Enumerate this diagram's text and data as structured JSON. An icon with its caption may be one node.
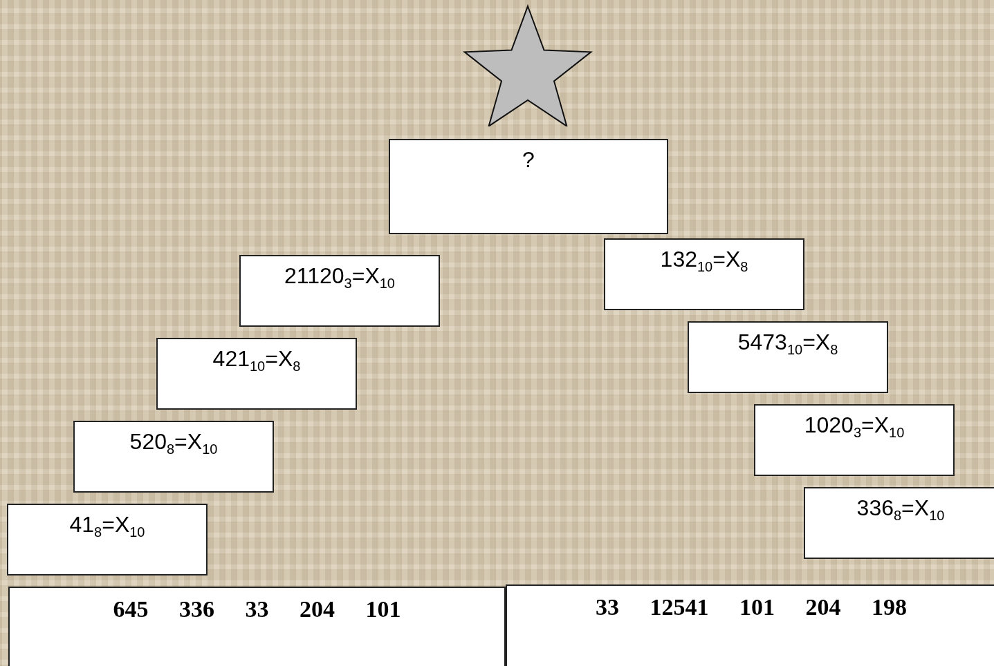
{
  "diagram": {
    "nodes": [
      {
        "text": [],
        "shape": "star"
      },
      {
        "text": [
          "?"
        ]
      },
      {
        "text": [
          "21120$_{3}$=X$_{10}$"
        ]
      },
      {
        "text": [
          "132$_{10}$=X$_{8}$"
        ]
      },
      {
        "text": [
          "421$_{10}$=X$_{8}$"
        ]
      },
      {
        "text": [
          "5473$_{10}$=X$_{8}$"
        ]
      },
      {
        "text": [
          "520$_{8}$=X$_{10}$"
        ]
      },
      {
        "text": [
          "1020$_{3}$=X$_{10}$"
        ]
      },
      {
        "text": [
          "41$_{8}$=X$_{10}$"
        ]
      },
      {
        "text": [
          "336$_{8}$=X$_{10}$"
        ]
      },
      {
        "text": [
          "645 336 33 204 101"
        ]
      },
      {
        "text": [
          "33 12541 101 204 198"
        ]
      }
    ]
  }
}
